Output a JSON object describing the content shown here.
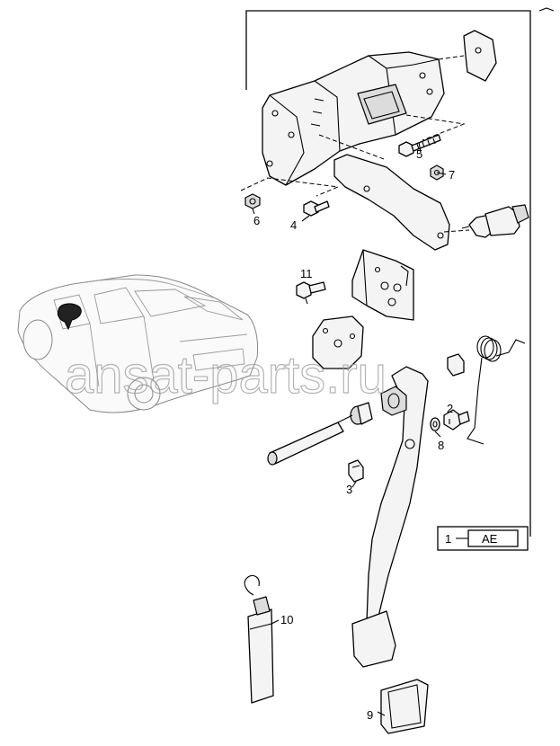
{
  "watermark": "ansat-parts.ru",
  "callouts": {
    "c1": "1",
    "c2": "2",
    "c3": "3",
    "c4": "4",
    "c5": "5",
    "c6": "6",
    "c7": "7",
    "c8": "8",
    "c9": "9",
    "c10": "10",
    "c11": "11"
  },
  "assembly_box": {
    "label": "AE"
  },
  "icons": {
    "car": "car-outline-icon",
    "bracket": "pedal-bracket-icon",
    "pedal": "clutch-pedal-icon"
  }
}
